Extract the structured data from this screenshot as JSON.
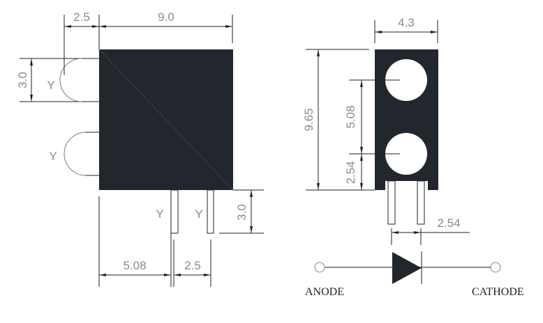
{
  "side_view": {
    "dims": {
      "led_protrusion": "2.5",
      "body_width": "9.0",
      "led_height": "3.0",
      "pin_length": "3.0",
      "pin_offset": "5.08",
      "pin_spacing": "2.5"
    },
    "led_labels": [
      "Y",
      "Y"
    ],
    "pin_labels": [
      "Y",
      "Y"
    ]
  },
  "front_view": {
    "dims": {
      "body_width": "4.3",
      "body_height": "9.65",
      "led_spacing": "5.08",
      "led_offset": "2.54",
      "pin_pitch": "2.54"
    }
  },
  "schematic": {
    "anode_label": "ANODE",
    "cathode_label": "CATHODE"
  },
  "colors": {
    "body": "#22272e",
    "dimension_text": "#8a8a8a"
  }
}
